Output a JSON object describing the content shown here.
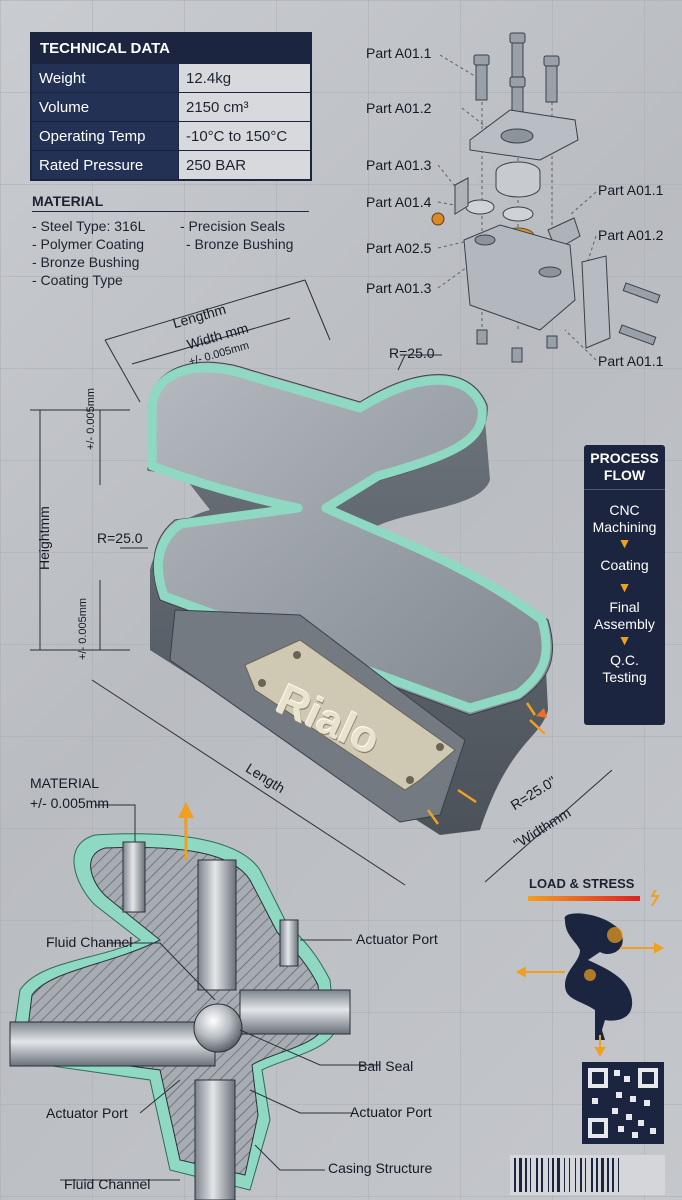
{
  "technical_data": {
    "title": "TECHNICAL DATA",
    "rows": [
      {
        "label": "Weight",
        "value": "12.4kg"
      },
      {
        "label": "Volume",
        "value": "2150 cm³"
      },
      {
        "label": "Operating Temp",
        "value": "-10°C to 150°C"
      },
      {
        "label": "Rated Pressure",
        "value": "250 BAR"
      }
    ]
  },
  "material": {
    "title": "MATERIAL",
    "col1": [
      "- Steel Type: 316L",
      "- Polymer Coating",
      "- Bronze Bushing",
      "- Coating Type"
    ],
    "col2": [
      "- Precision Seals",
      "- Bronze Bushing"
    ]
  },
  "exploded_parts": {
    "left": [
      "Part A01.1",
      "Part A01.2",
      "Part A01.3",
      "Part A01.4",
      "Part A02.5",
      "Part A01.3"
    ],
    "right": [
      "Part A01.1",
      "Part A01.2",
      "Part A01.1"
    ]
  },
  "dimensions": {
    "length_top": "Lengthm",
    "width_top": "Width mm",
    "tol_top": "+/- 0.005mm",
    "radius_top": "R=25.0",
    "tol_left_upper": "+/- 0.005mm",
    "height": "Heightmm",
    "radius_left": "R=25.0",
    "tol_left_lower": "+/- 0.005mm",
    "length_bottom": "Length",
    "radius_bottom": "R=25.0\"",
    "width_bottom": "\"Widthmm"
  },
  "plate_text": "Rialo",
  "process_flow": {
    "title": [
      "PROCESS",
      "FLOW"
    ],
    "steps": [
      [
        "CNC",
        "Machining"
      ],
      [
        "Coating"
      ],
      [
        "Final",
        "Assembly"
      ],
      [
        "Q.C.",
        "Testing"
      ]
    ]
  },
  "section": {
    "material_label": "MATERIAL",
    "tolerance": "+/- 0.005mm",
    "labels": {
      "fluid_channel_1": "Fluid Channel",
      "actuator_port_1": "Actuator Port",
      "ball_seal": "Ball Seal",
      "actuator_port_2": "Actuator Port",
      "actuator_port_3": "Actuator Port",
      "casing_structure": "Casing Structure",
      "fluid_channel_2": "Fluid Channel"
    }
  },
  "load_stress": {
    "title": "LOAD & STRESS"
  },
  "colors": {
    "navy": "#1b2540",
    "seal_mint": "#8fd9c2",
    "stress_orange": "#f0a020",
    "steel": "#8f969e"
  }
}
